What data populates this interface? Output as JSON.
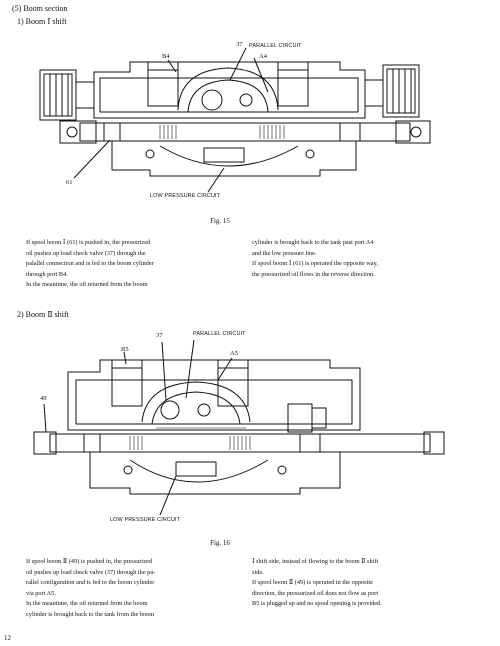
{
  "section_title": "(5) Boom section",
  "sub1": {
    "title": "1) Boom Ⅰ shift"
  },
  "fig15": {
    "caption": "Fig. 15",
    "labels": {
      "num37": "37",
      "parallel": "PARALLEL CIRCUIT",
      "a4": "A4",
      "b4": "B4",
      "num61": "61",
      "low": "LOW PRESSURE CIRCUIT"
    }
  },
  "text1": {
    "left": [
      "If spool boom Ⅰ (61) is pushed in, the pressurized",
      "oil pushes up load check valve (37) through the",
      "palallel connection and is fed to the boom cylinder",
      "through port B4.",
      "In the meantime, the oil returned from the boom"
    ],
    "right": [
      "cylinder is brought back to the tank past port A4",
      "and the low pressure line.",
      "If spool boom Ⅰ (61) is operated the opposite way,",
      "the pressurized oil flows in the reverse direction."
    ]
  },
  "sub2": {
    "title": "2) Boom Ⅱ shift"
  },
  "fig16": {
    "caption": "Fig. 16",
    "labels": {
      "num37": "37",
      "parallel": "PARALLEL CIRCUIT",
      "b5": "B5",
      "a5": "A5",
      "num49": "49",
      "low": "LOW PRESSURE CIRCUIT"
    }
  },
  "text2": {
    "left": [
      "If spool boom Ⅱ (49) is pushed in, the pressurized",
      "oil pushes up load check valve (37) through the pa-",
      "rallel configuration and is fed to the boom cylinder",
      "via port A5.",
      "In the meantime, the oil returned from the boom",
      "cylinder is brought back to the tank from the boom"
    ],
    "right": [
      "Ⅰ shift side, instead of flowing to the boom Ⅱ shift",
      "side.",
      "If spool boom Ⅱ (49) is operated in the opposite",
      "direction, the pressurized oil does not flow as port",
      "B5 is plugged up and no spool opening is provided."
    ]
  },
  "page_number": "12"
}
